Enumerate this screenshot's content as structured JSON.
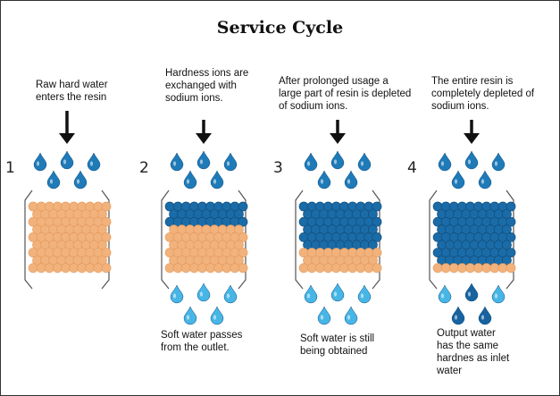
{
  "title": "Service Cycle",
  "colors": {
    "resin_orange": "#f2b27c",
    "sodium_blue": "#1a6ca8",
    "raw_water_drop": "#1f7ab8",
    "soft_water_drop": "#47b6e6",
    "hard_water_drop": "#1862a0",
    "arrow": "#111111"
  },
  "stages": [
    {
      "number": "1",
      "top_text": [
        "Raw hard water",
        "enters the resin"
      ],
      "bottom_text": [],
      "depleted_rows": 0,
      "output": "none"
    },
    {
      "number": "2",
      "top_text": [
        "Hardness ions are",
        "exchanged with",
        "sodium ions."
      ],
      "bottom_text": [
        "Soft water passes",
        "from the outlet."
      ],
      "depleted_rows": 3,
      "output": "soft"
    },
    {
      "number": "3",
      "top_text": [
        "After prolonged usage a",
        "large part of resin is depleted",
        "of sodium ions."
      ],
      "bottom_text": [
        "Soft water is still",
        "being obtained"
      ],
      "depleted_rows": 6,
      "output": "soft"
    },
    {
      "number": "4",
      "top_text": [
        "The entire resin is",
        "completely depleted of",
        "sodium ions."
      ],
      "bottom_text": [
        "Output water",
        "has the same",
        "hardnes as inlet",
        "water"
      ],
      "depleted_rows": 8,
      "output": "mixed"
    }
  ]
}
